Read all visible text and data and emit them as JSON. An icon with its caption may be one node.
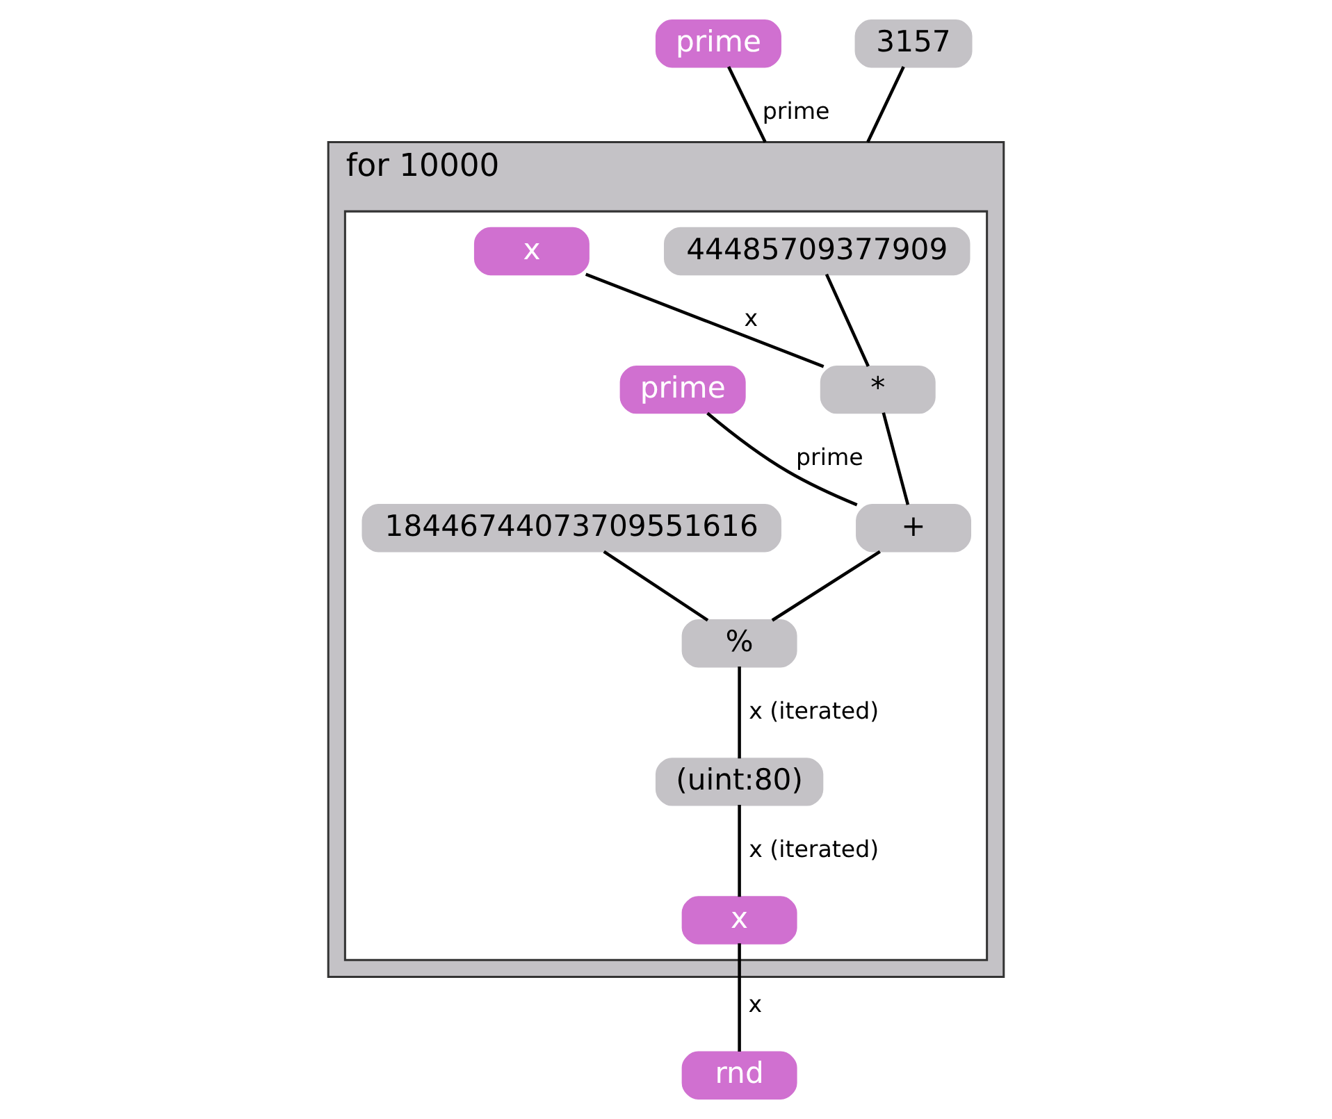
{
  "diagram": {
    "nodes": [
      {
        "text": [
          "prime"
        ]
      },
      {
        "text": [
          "3157"
        ]
      },
      {
        "text": [
          "for 10000"
        ]
      },
      {
        "text": [],
        "shape": "box",
        "in": 2
      },
      {
        "text": [
          "44485709377909"
        ],
        "in": 3
      },
      {
        "text": [
          "x"
        ],
        "in": 3
      },
      {
        "text": [
          "*"
        ],
        "in": 3
      },
      {
        "text": [
          "prime"
        ],
        "in": 3
      },
      {
        "text": [
          "+"
        ],
        "in": 3
      },
      {
        "text": [
          "18446744073709551616"
        ],
        "in": 3
      },
      {
        "text": [
          "%"
        ],
        "in": 3
      },
      {
        "text": [
          "(uint:80)"
        ],
        "in": 3
      },
      {
        "text": [
          "x"
        ],
        "in": 3
      },
      {
        "text": [
          "rnd"
        ]
      }
    ],
    "edges": [
      {
        "from": 0,
        "to": 2,
        "arrow": "none",
        "label": "prime"
      },
      {
        "from": 1,
        "to": 2,
        "arrow": "none"
      },
      {
        "from": 4,
        "to": 6,
        "arrow": "none"
      },
      {
        "from": 5,
        "to": 6,
        "arrow": "none",
        "label": "x"
      },
      {
        "from": 6,
        "to": 8,
        "arrow": "none"
      },
      {
        "from": 7,
        "to": 8,
        "arrow": "none",
        "label": "prime"
      },
      {
        "from": 8,
        "to": 10,
        "arrow": "none"
      },
      {
        "from": 9,
        "to": 10,
        "arrow": "none"
      },
      {
        "from": 10,
        "to": 11,
        "arrow": "none",
        "label": "x (iterated)"
      },
      {
        "from": 11,
        "to": 12,
        "arrow": "none",
        "label": "x (iterated)"
      },
      {
        "from": 12,
        "to": 13,
        "arrow": "none",
        "label": "x"
      }
    ]
  }
}
